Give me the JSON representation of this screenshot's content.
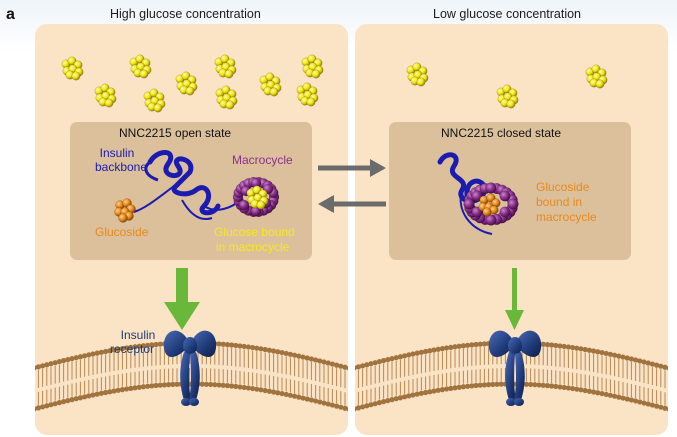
{
  "figure": {
    "panel_label": "a",
    "left_heading": "High glucose concentration",
    "right_heading": "Low glucose concentration"
  },
  "left_box": {
    "title": "NNC2215 open state",
    "labels": {
      "insulin_backbone": [
        "Insulin",
        "backbone"
      ],
      "macrocycle": "Macrocycle",
      "glucoside": "Glucoside",
      "glucose_bound": [
        "Glucose bound",
        "in macrocycle"
      ]
    }
  },
  "right_box": {
    "title": "NNC2215 closed state",
    "labels": {
      "glucoside_bound": [
        "Glucoside",
        "bound in",
        "macrocycle"
      ]
    }
  },
  "receptor_label": [
    "Insulin",
    "receptor"
  ],
  "colors": {
    "panel_bg": "#fbe3c6",
    "inner_box": "#dcc09c",
    "glucose": "#f2e512",
    "insulin_backbone": "#1b1bb0",
    "macrocycle": "#8a2f8c",
    "glucoside": "#e8891c",
    "arrow_green": "#6ab83a",
    "arrow_gray": "#6b6b6b",
    "receptor": "#1f3a78",
    "membrane": "#a0733f"
  },
  "icons": {
    "glucose_cluster": "yellow-molecule-cluster",
    "equilibrium": "double-arrow",
    "signal": "down-arrow",
    "receptor": "bow-shaped-receptor",
    "membrane": "lipid-bilayer"
  }
}
